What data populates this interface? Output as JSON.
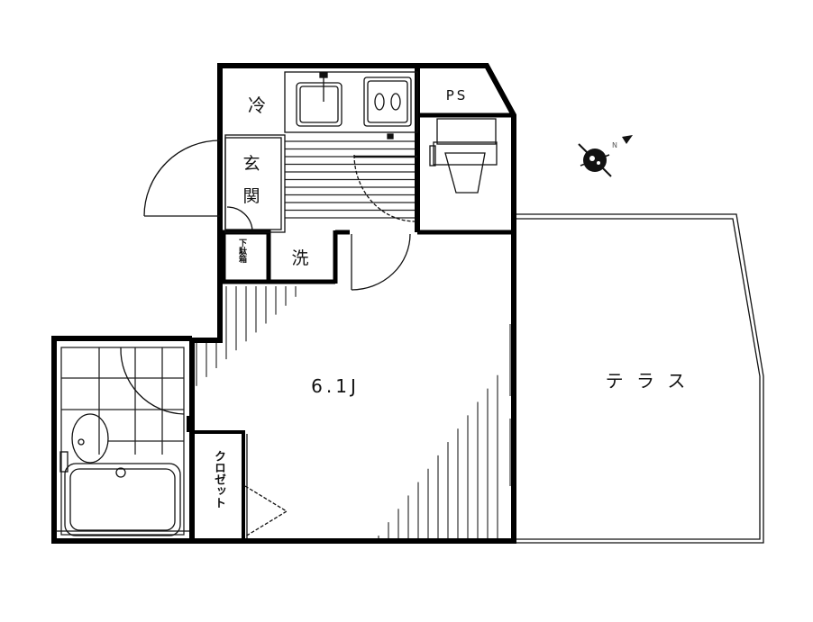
{
  "floorplan": {
    "rooms": {
      "fridge": "冷",
      "entrance_1": "玄",
      "entrance_2": "関",
      "pipe_space": "PS",
      "washer": "洗",
      "shoe_box": "下駄箱",
      "main_room": "6.1J",
      "terrace": "テ ラ ス",
      "closet": "クロゼット"
    },
    "icons": [
      "compass-icon",
      "sink-icon",
      "stove-icon",
      "toilet-icon",
      "bathtub-icon",
      "washbasin-icon"
    ],
    "colors": {
      "wall": "#000000",
      "line": "#111111",
      "background": "#ffffff"
    }
  }
}
